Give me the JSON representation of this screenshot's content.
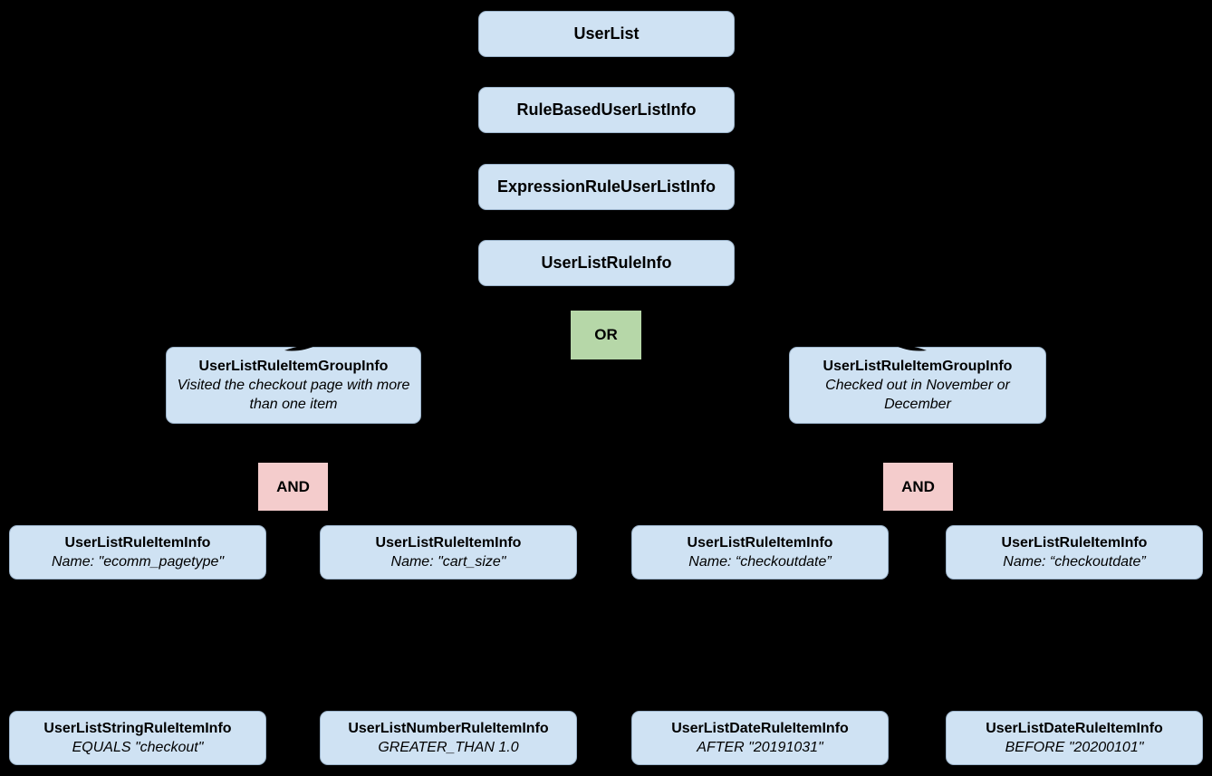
{
  "colors": {
    "canvas_bg": "#000000",
    "node_fill": "#cfe2f3",
    "node_border": "#9db5cc",
    "or_fill": "#b6d7a8",
    "and_fill": "#f4cccc",
    "text": "#000000"
  },
  "chain": [
    {
      "label": "UserList"
    },
    {
      "label": "RuleBasedUserListInfo"
    },
    {
      "label": "ExpressionRuleUserListInfo"
    },
    {
      "label": "UserListRuleInfo"
    }
  ],
  "or_operator": {
    "label": "OR"
  },
  "groups": [
    {
      "title": "UserListRuleItemGroupInfo",
      "description": "Visited the checkout page with more than one item",
      "operator": "AND"
    },
    {
      "title": "UserListRuleItemGroupInfo",
      "description": "Checked out in November or December",
      "operator": "AND"
    }
  ],
  "rule_items": [
    {
      "title": "UserListRuleItemInfo",
      "subtitle": "Name: \"ecomm_pagetype\""
    },
    {
      "title": "UserListRuleItemInfo",
      "subtitle": "Name: \"cart_size\""
    },
    {
      "title": "UserListRuleItemInfo",
      "subtitle": "Name: “checkoutdate”"
    },
    {
      "title": "UserListRuleItemInfo",
      "subtitle": "Name: “checkoutdate”"
    }
  ],
  "leaf_items": [
    {
      "title": "UserListStringRuleItemInfo",
      "subtitle": "EQUALS \"checkout\""
    },
    {
      "title": "UserListNumberRuleItemInfo",
      "subtitle": "GREATER_THAN 1.0"
    },
    {
      "title": "UserListDateRuleItemInfo",
      "subtitle": "AFTER \"20191031\""
    },
    {
      "title": "UserListDateRuleItemInfo",
      "subtitle": "BEFORE \"20200101\""
    }
  ]
}
